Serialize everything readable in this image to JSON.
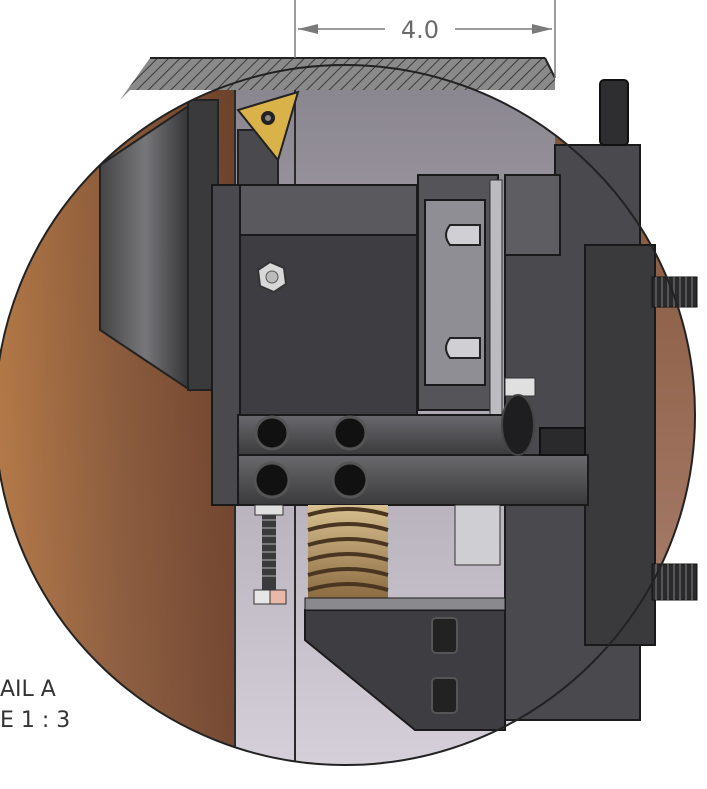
{
  "dimension": {
    "value": "4.0"
  },
  "detail_label": {
    "line1": "AIL A",
    "line2": "E 1 : 3"
  },
  "colors": {
    "background": "#ffffff",
    "wood_light": "#c9946a",
    "wood_dark": "#7a4a2e",
    "plate": "#8a8690",
    "plate_light": "#b8b2bc",
    "metal_dark": "#3a3a3c",
    "metal_mid": "#5a5a5e",
    "spring": "#b89460",
    "insert_gold": "#d9b24a",
    "dimension_line": "#7a7a7a"
  }
}
